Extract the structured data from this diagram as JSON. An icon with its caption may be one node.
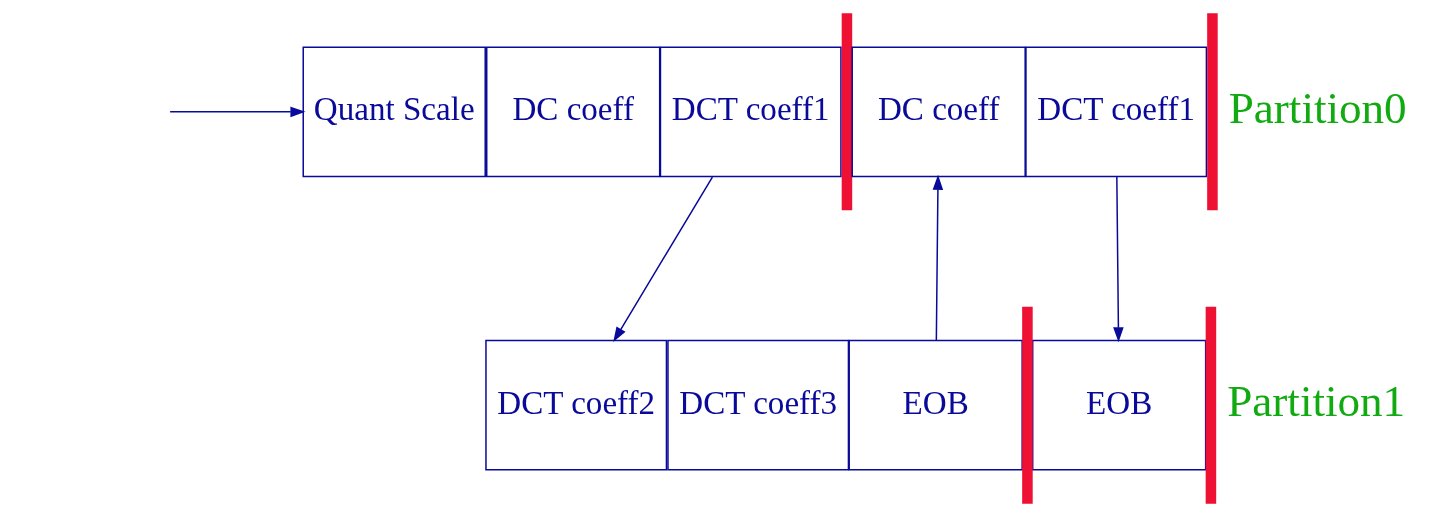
{
  "diagram": {
    "nodes": [
      {
        "text": [
          "Quant Scale"
        ]
      },
      {
        "text": [
          "DC coeff"
        ]
      },
      {
        "text": [
          "DCT coeff1"
        ]
      },
      {
        "text": [
          "DC coeff"
        ]
      },
      {
        "text": [
          "DCT coeff1"
        ]
      },
      {
        "text": [
          "DCT coeff2"
        ]
      },
      {
        "text": [
          "DCT coeff3"
        ]
      },
      {
        "text": [
          "EOB"
        ]
      },
      {
        "text": [
          "EOB"
        ]
      }
    ],
    "edges": [
      {
        "from": null,
        "to": 0,
        "arrow": "to"
      },
      {
        "from": 2,
        "to": 5,
        "arrow": "to"
      },
      {
        "from": 7,
        "to": 3,
        "arrow": "to"
      },
      {
        "from": 4,
        "to": 8,
        "arrow": "to"
      }
    ],
    "labels": [
      "Partition0",
      "Partition1"
    ]
  }
}
